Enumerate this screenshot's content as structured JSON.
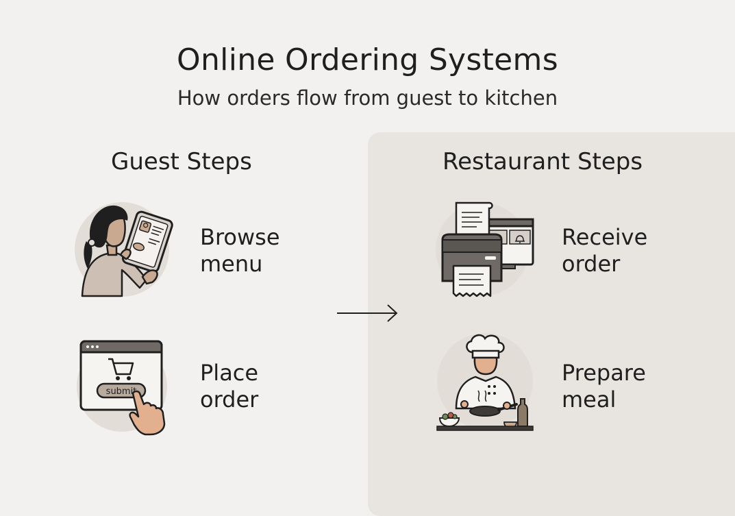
{
  "header": {
    "title": "Online Ordering Systems",
    "subtitle": "How orders flow from guest to kitchen"
  },
  "guest": {
    "heading": "Guest Steps",
    "steps": [
      {
        "line1": "Browse",
        "line2": "menu",
        "icon": "person-tablet-icon"
      },
      {
        "line1": "Place",
        "line2": "order",
        "icon": "browser-cart-submit-icon",
        "button_text": "submit"
      }
    ]
  },
  "restaurant": {
    "heading": "Restaurant Steps",
    "steps": [
      {
        "line1": "Receive",
        "line2": "order",
        "icon": "printer-monitor-icon"
      },
      {
        "line1": "Prepare",
        "line2": "meal",
        "icon": "chef-cooking-icon"
      }
    ]
  },
  "colors": {
    "background": "#f2f1ef",
    "panel": "#e8e5e1",
    "icon_circle": "#e2ddd7",
    "ink": "#1f1f1f"
  }
}
